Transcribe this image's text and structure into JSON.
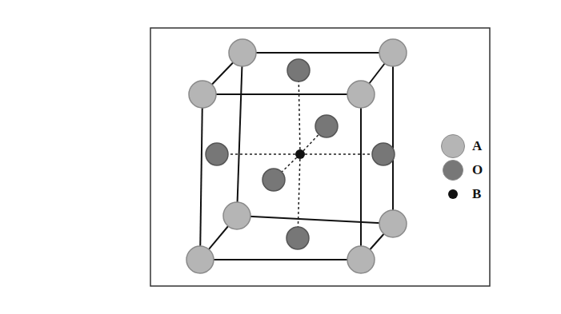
{
  "diagram": {
    "legend": [
      {
        "text": "A",
        "color": "#b5b5b5"
      },
      {
        "text": "O",
        "color": "#777777"
      },
      {
        "text": "B",
        "color": "#111111"
      }
    ]
  }
}
